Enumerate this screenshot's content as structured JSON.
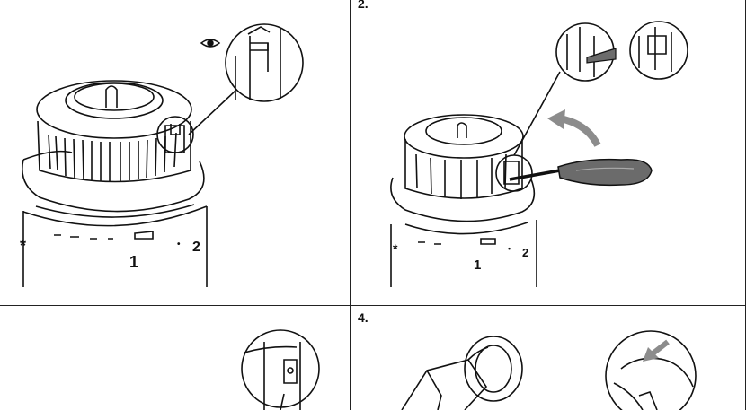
{
  "steps": {
    "step2": "2.",
    "step4": "4."
  },
  "dial_labels": {
    "snow": "*",
    "one": "1",
    "two": "2",
    "dot": "•"
  },
  "colors": {
    "line": "#111111",
    "screwdriver": "#6b6b6b",
    "arrow": "#8c8c8c",
    "border": "#222222"
  }
}
